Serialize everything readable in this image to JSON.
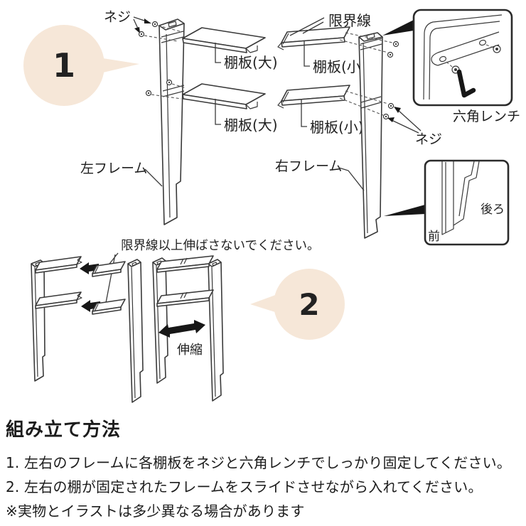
{
  "colors": {
    "badge_bg": "#f6e7d8",
    "line": "#3a3a3a",
    "text": "#1c1c1c"
  },
  "step1": {
    "badge": "1",
    "screws_label_top": "ネジ",
    "screws_label_right": "ネジ",
    "limit_line_label": "限界線",
    "shelf_large_top": "棚板(大)",
    "shelf_large_bottom": "棚板(大)",
    "shelf_small_top": "棚板(小)",
    "shelf_small_bottom": "棚板(小)",
    "left_frame_label": "左フレーム",
    "right_frame_label": "右フレーム",
    "hex_wrench_label": "六角レンチ",
    "inset_back_label": "後ろ",
    "inset_front_label": "前"
  },
  "step2": {
    "badge": "2",
    "warning": "限界線以上伸ばさないでください。",
    "slide_label": "伸縮"
  },
  "instructions": {
    "heading": "組み立て方法",
    "steps": [
      "1. 左右のフレームに各棚板をネジと六角レンチでしっかり固定してください。",
      "2. 左右の棚が固定されたフレームをスライドさせながら入れてください。"
    ],
    "note": "※実物とイラストは多少異なる場合があります"
  }
}
